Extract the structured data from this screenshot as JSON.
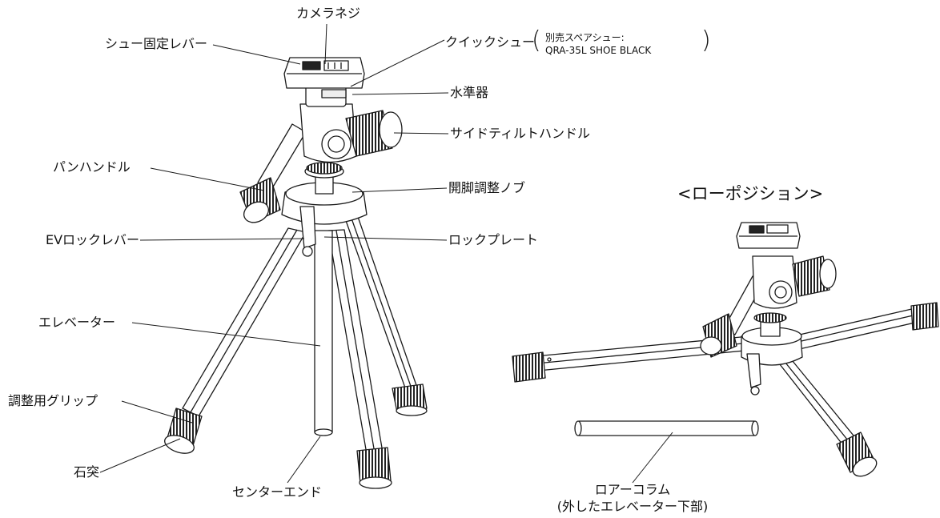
{
  "labels": {
    "camera_screw": "カメラネジ",
    "shoe_lock_lever": "シュー固定レバー",
    "quick_shoe": "クイックシュー",
    "spare_shoe_line1": "別売スペアシュー:",
    "spare_shoe_line2": "QRA-35L SHOE BLACK",
    "spirit_level": "水準器",
    "side_tilt_handle": "サイドティルトハンドル",
    "pan_handle": "パンハンドル",
    "leg_opening_knob": "開脚調整ノブ",
    "ev_lock_lever": "EVロックレバー",
    "lock_plate": "ロックプレート",
    "elevator": "エレベーター",
    "adjust_grip": "調整用グリップ",
    "stone_foot": "石突",
    "center_end": "センターエンド",
    "low_column_line1": "ロアーコラム",
    "low_column_line2": "(外したエレベーター下部)"
  },
  "low_position_title": "<ローポジション>",
  "colors": {
    "line": "#1a1a1a",
    "fill": "#ffffff",
    "grip": "#2a2a2a"
  }
}
